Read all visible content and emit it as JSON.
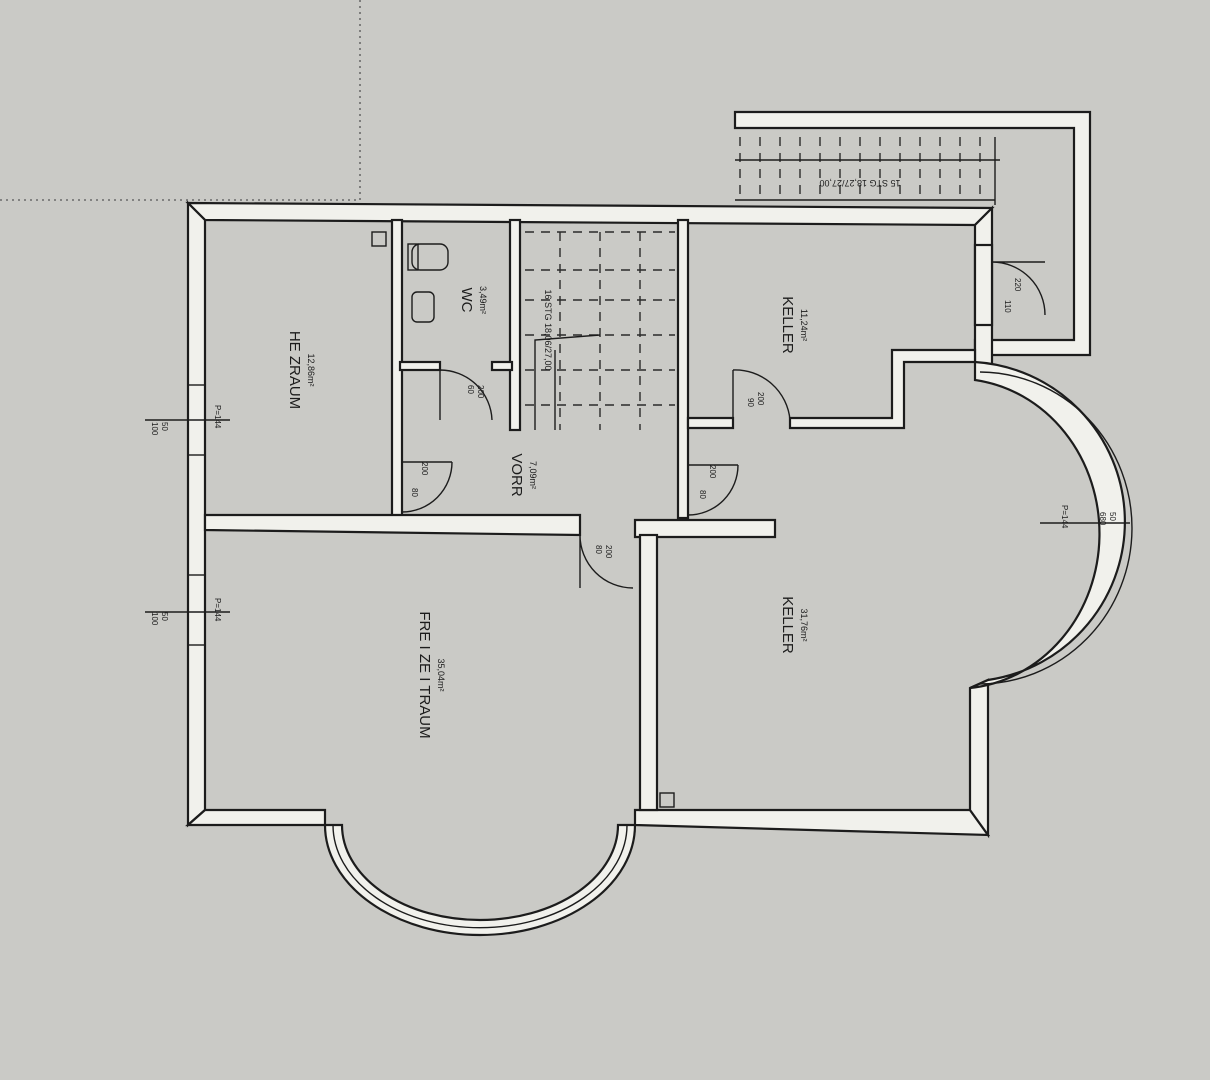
{
  "rooms": {
    "heizraum": {
      "name": "HE ZRAUM",
      "area": "12,86m²"
    },
    "wc": {
      "name": "WC",
      "area": "3,49m²"
    },
    "vorr": {
      "name": "VORR",
      "area": "7,09m²"
    },
    "keller_top": {
      "name": "KELLER",
      "area": "11,24m²"
    },
    "freizeitraum": {
      "name": "FRE I ZE I TRAUM",
      "area": "35,04m²"
    },
    "keller_main": {
      "name": "KELLER",
      "area": "31,76m²"
    }
  },
  "stairs": {
    "inner_label": "16 STG 18,06/27,00",
    "outer_label": "15 STG 18,27/27,00"
  },
  "doors": {
    "wc": {
      "w": "60",
      "h": "200"
    },
    "heiz": {
      "w": "80",
      "h": "200"
    },
    "vorr": {
      "w": "80",
      "h": "200"
    },
    "frei": {
      "w": "80",
      "h": "200"
    },
    "keller_top": {
      "w": "90",
      "h": "200"
    },
    "stair": {
      "w": "110",
      "h": "220"
    }
  },
  "windows": {
    "heiz": {
      "w": "100",
      "h": "50",
      "sill": "P=144"
    },
    "frei": {
      "w": "100",
      "h": "50",
      "sill": "P=144"
    },
    "keller": {
      "w": "680",
      "h": "50",
      "sill": "P=144"
    }
  }
}
